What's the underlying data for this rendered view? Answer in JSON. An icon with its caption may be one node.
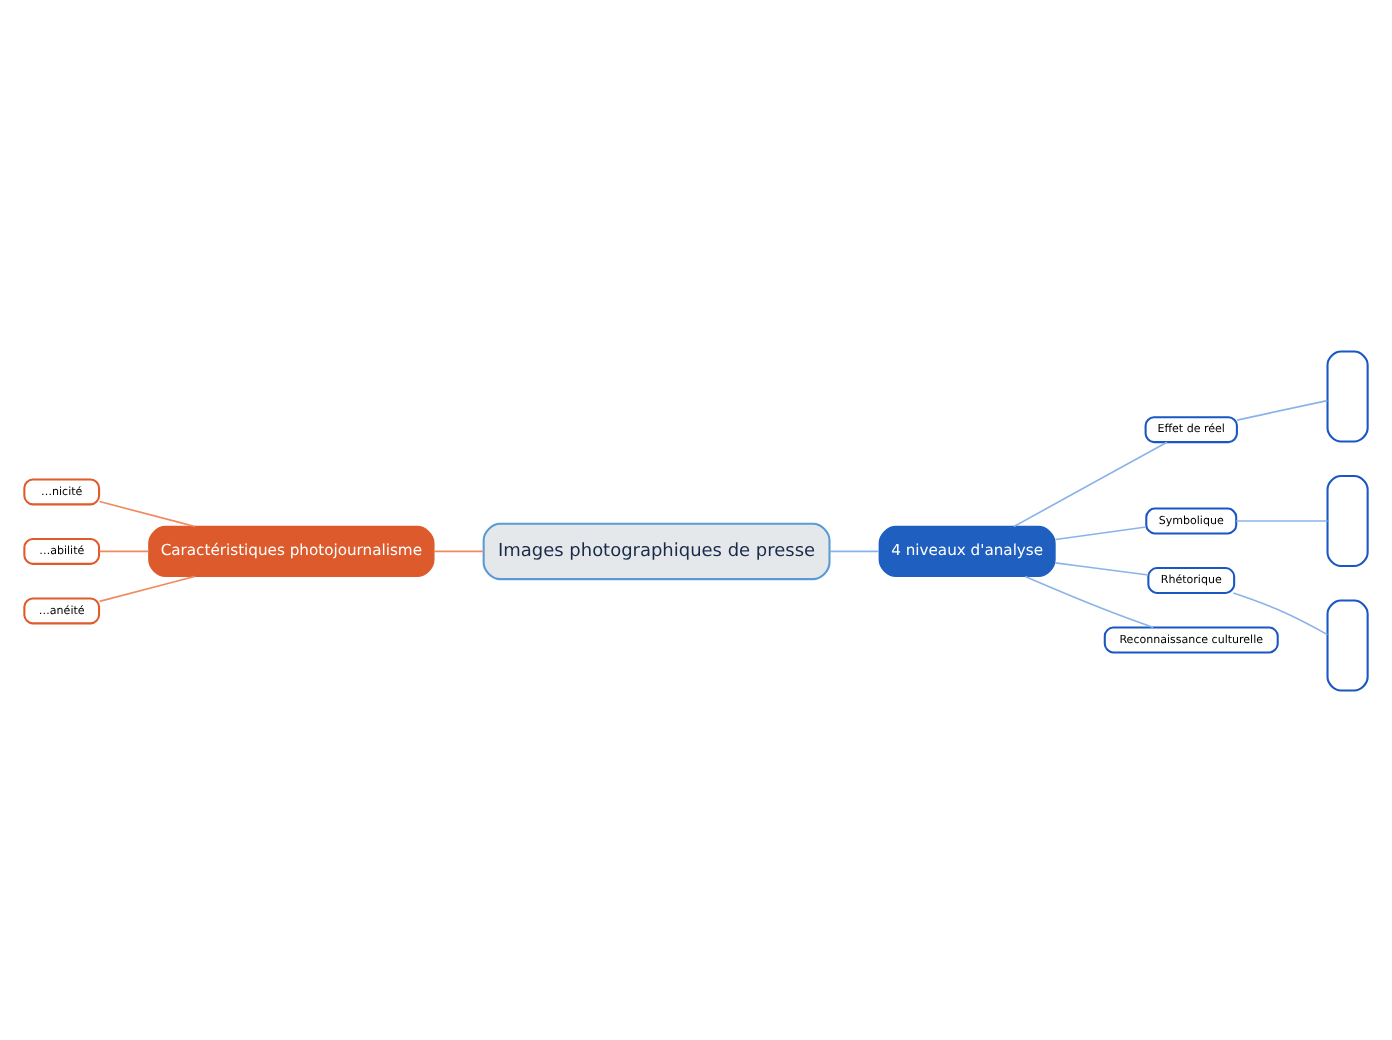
{
  "diagram": {
    "nodes": [
      {
        "text": [
          "Images photographiques de presse"
        ]
      },
      {
        "text": [
          "Caractéristiques photojournalisme"
        ]
      },
      {
        "text": [
          "…nicité"
        ]
      },
      {
        "text": [
          "…abilité"
        ]
      },
      {
        "text": [
          "…anéité"
        ]
      },
      {
        "text": [
          "4 niveaux d'analyse"
        ]
      },
      {
        "text": [
          "Effet de réel"
        ]
      },
      {
        "text": [],
        "shape": "box"
      },
      {
        "text": [
          "Symbolique"
        ]
      },
      {
        "text": [],
        "shape": "box"
      },
      {
        "text": [
          "Rhétorique"
        ]
      },
      {
        "text": [],
        "shape": "box"
      },
      {
        "text": [
          "Reconnaissance culturelle"
        ]
      }
    ],
    "edges": [
      {
        "from": 0,
        "to": 1,
        "arrow": "none",
        "color": "#f08a60"
      },
      {
        "from": 1,
        "to": 2,
        "arrow": "none",
        "color": "#f08a60"
      },
      {
        "from": 1,
        "to": 3,
        "arrow": "none",
        "color": "#f08a60"
      },
      {
        "from": 1,
        "to": 4,
        "arrow": "none",
        "color": "#f08a60"
      },
      {
        "from": 0,
        "to": 5,
        "arrow": "none"
      },
      {
        "from": 5,
        "to": 6,
        "arrow": "none"
      },
      {
        "from": 5,
        "to": 8,
        "arrow": "none"
      },
      {
        "from": 5,
        "to": 10,
        "arrow": "none"
      },
      {
        "from": 5,
        "to": 12,
        "arrow": "none"
      },
      {
        "from": 6,
        "to": 7,
        "arrow": "none"
      },
      {
        "from": 8,
        "to": 9,
        "arrow": "none"
      },
      {
        "from": 10,
        "to": 11,
        "arrow": "none"
      }
    ]
  }
}
